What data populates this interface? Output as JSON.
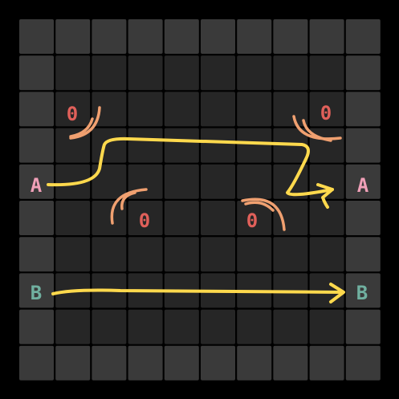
{
  "board": {
    "grid_size": 10,
    "colors": {
      "background": "#000000",
      "border_tile": "#3a3a3a",
      "inner_tile": "#262626",
      "path": "#ffd94d",
      "sensor": "#f0a070",
      "guard_label": "#e0605a",
      "label_a": "#f0a0b8",
      "label_b": "#70b0a0"
    }
  },
  "labels": {
    "a_left": "A",
    "a_right": "A",
    "b_left": "B",
    "b_right": "B"
  },
  "guards": [
    {
      "label": "0",
      "col": 1,
      "row": 2,
      "facing": "right"
    },
    {
      "label": "0",
      "col": 8,
      "row": 2,
      "facing": "left-down"
    },
    {
      "label": "0",
      "col": 3,
      "row": 5,
      "facing": "left-up"
    },
    {
      "label": "0",
      "col": 6,
      "row": 5,
      "facing": "right-up"
    }
  ],
  "paths": [
    {
      "name": "path-a",
      "from": "A",
      "to": "A"
    },
    {
      "name": "path-b",
      "from": "B",
      "to": "B"
    }
  ]
}
